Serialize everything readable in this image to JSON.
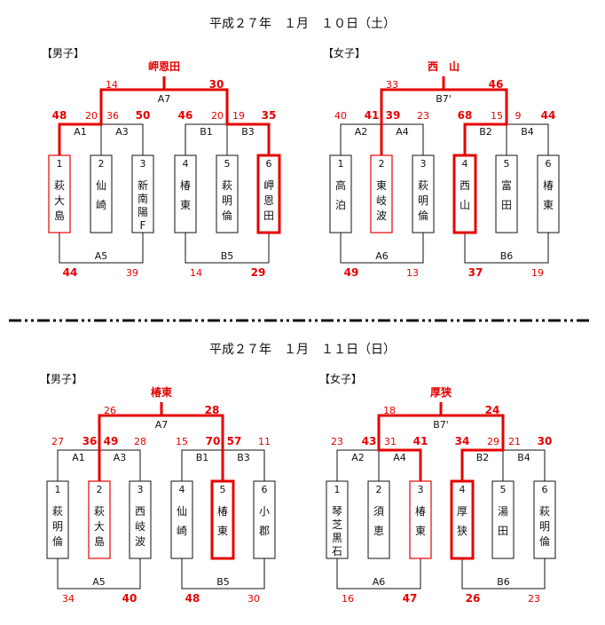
{
  "days": [
    {
      "date": "平成２７年　１月　１０日（土）",
      "brackets": [
        {
          "section": "【男子】",
          "champion": "岬恩田",
          "teams": [
            [
              "1",
              "萩",
              "大",
              "島"
            ],
            [
              "2",
              "仙",
              "崎"
            ],
            [
              "3",
              "新",
              "南",
              "陽",
              "F"
            ],
            [
              "4",
              "椿",
              "東"
            ],
            [
              "5",
              "萩",
              "明",
              "倫"
            ],
            [
              "6",
              "岬",
              "恩",
              "田"
            ]
          ],
          "labels": {
            "top": "A7",
            "l1": "A1",
            "l2": "A3",
            "r1": "B1",
            "r2": "B3",
            "lb": "A5",
            "rb": "B5"
          },
          "scores": {
            "top_l": "14",
            "top_r": "30",
            "a1_l": "48",
            "a1_r": "20",
            "a3_l": "36",
            "a3_r": "50",
            "b1_l": "46",
            "b1_r": "20",
            "b3_l": "19",
            "b3_r": "35",
            "a5_l": "44",
            "a5_r": "39",
            "b5_l": "14",
            "b5_r": "29"
          }
        },
        {
          "section": "【女子】",
          "champion": "西　山",
          "teams": [
            [
              "1",
              "高",
              "泊"
            ],
            [
              "2",
              "東",
              "岐",
              "波"
            ],
            [
              "3",
              "萩",
              "明",
              "倫"
            ],
            [
              "4",
              "西",
              "山"
            ],
            [
              "5",
              "富",
              "田"
            ],
            [
              "6",
              "椿",
              "東"
            ]
          ],
          "labels": {
            "top": "B7'",
            "l1": "A2",
            "l2": "A4",
            "r1": "B2",
            "r2": "B4",
            "lb": "A6",
            "rb": "B6"
          },
          "scores": {
            "top_l": "33",
            "top_r": "46",
            "a1_l": "40",
            "a1_r": "41",
            "a3_l": "39",
            "a3_r": "23",
            "b1_l": "68",
            "b1_r": "15",
            "b3_l": "9",
            "b3_r": "44",
            "a5_l": "49",
            "a5_r": "13",
            "b5_l": "37",
            "b5_r": "19"
          }
        }
      ]
    },
    {
      "date": "平成２７年　１月　１１日（日）",
      "brackets": [
        {
          "section": "【男子】",
          "champion": "椿東",
          "teams": [
            [
              "1",
              "萩",
              "明",
              "倫"
            ],
            [
              "2",
              "萩",
              "大",
              "島"
            ],
            [
              "3",
              "西",
              "岐",
              "波"
            ],
            [
              "4",
              "仙",
              "崎"
            ],
            [
              "5",
              "椿",
              "東"
            ],
            [
              "6",
              "小",
              "郡"
            ]
          ],
          "labels": {
            "top": "A7",
            "l1": "A1",
            "l2": "A3",
            "r1": "B1",
            "r2": "B3",
            "lb": "A5",
            "rb": "B5"
          },
          "scores": {
            "top_l": "26",
            "top_r": "28",
            "a1_l": "27",
            "a1_r": "36",
            "a3_l": "49",
            "a3_r": "28",
            "b1_l": "15",
            "b1_r": "70",
            "b3_l": "57",
            "b3_r": "11",
            "a5_l": "34",
            "a5_r": "40",
            "b5_l": "48",
            "b5_r": "30"
          }
        },
        {
          "section": "【女子】",
          "champion": "厚狭",
          "teams": [
            [
              "1",
              "琴",
              "芝",
              "黒",
              "石"
            ],
            [
              "2",
              "須",
              "恵"
            ],
            [
              "3",
              "椿",
              "東"
            ],
            [
              "4",
              "厚",
              "狭"
            ],
            [
              "5",
              "湯",
              "田"
            ],
            [
              "6",
              "萩",
              "明",
              "倫"
            ]
          ],
          "labels": {
            "top": "B7'",
            "l1": "A2",
            "l2": "A4",
            "r1": "B2",
            "r2": "B4",
            "lb": "A6",
            "rb": "B6"
          },
          "scores": {
            "top_l": "18",
            "top_r": "24",
            "a1_l": "23",
            "a1_r": "43",
            "a3_l": "31",
            "a3_r": "41",
            "b1_l": "34",
            "b1_r": "29",
            "b3_l": "21",
            "b3_r": "30",
            "a5_l": "16",
            "a5_r": "47",
            "b5_l": "26",
            "b5_r": "23"
          }
        }
      ]
    }
  ]
}
